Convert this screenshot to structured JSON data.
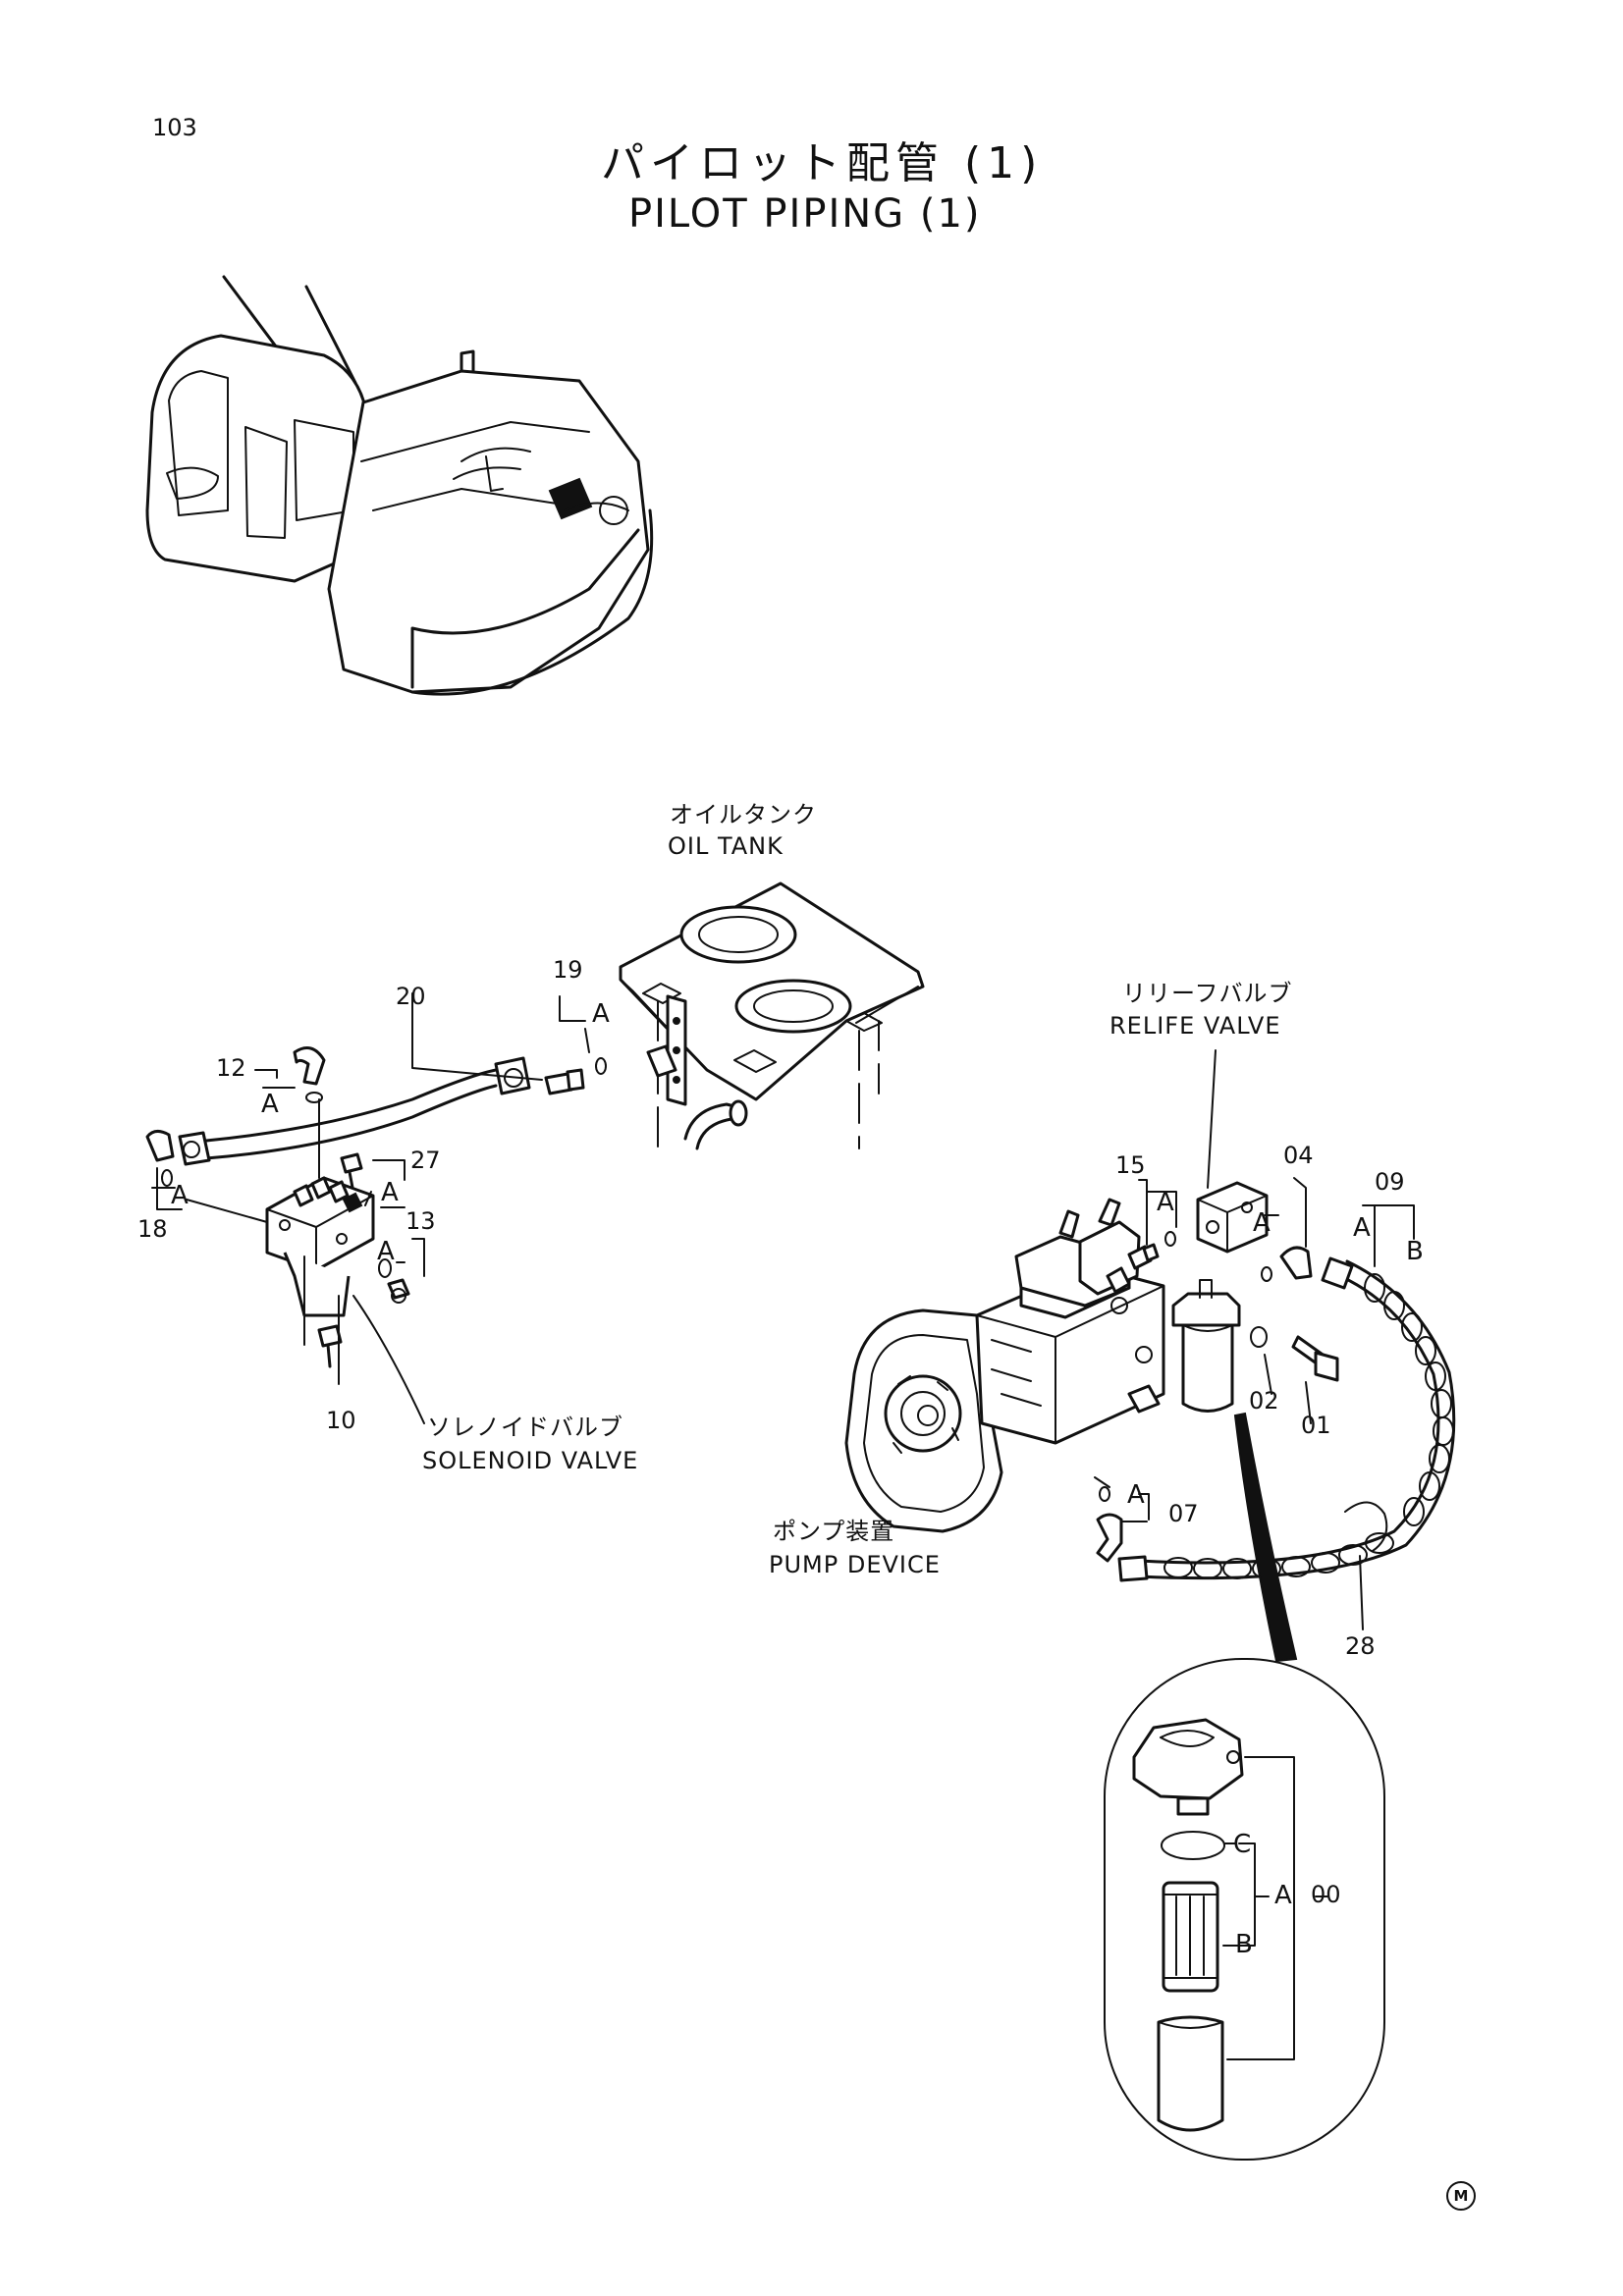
{
  "header": {
    "page_number": "103",
    "title_jp": "パイロット配管 (1)",
    "title_en": "PILOT PIPING (1)"
  },
  "components": {
    "oil_tank": {
      "jp": "オイルタンク",
      "en": "OIL TANK"
    },
    "relief_valve": {
      "jp": "リリーフバルブ",
      "en": "RELIFE VALVE"
    },
    "solenoid_valve": {
      "jp": "ソレノイドバルブ",
      "en": "SOLENOID VALVE"
    },
    "pump_device": {
      "jp": "ポンプ装置",
      "en": "PUMP DEVICE"
    }
  },
  "part_numbers": {
    "p00": "00",
    "p01": "01",
    "p02": "02",
    "p04": "04",
    "p07": "07",
    "p09": "09",
    "p10": "10",
    "p12": "12",
    "p13": "13",
    "p15": "15",
    "p18": "18",
    "p19": "19",
    "p20": "20",
    "p27": "27",
    "p28": "28"
  },
  "callouts": {
    "a": "A",
    "b": "B",
    "c": "C"
  },
  "footer": {
    "mark": "M"
  }
}
